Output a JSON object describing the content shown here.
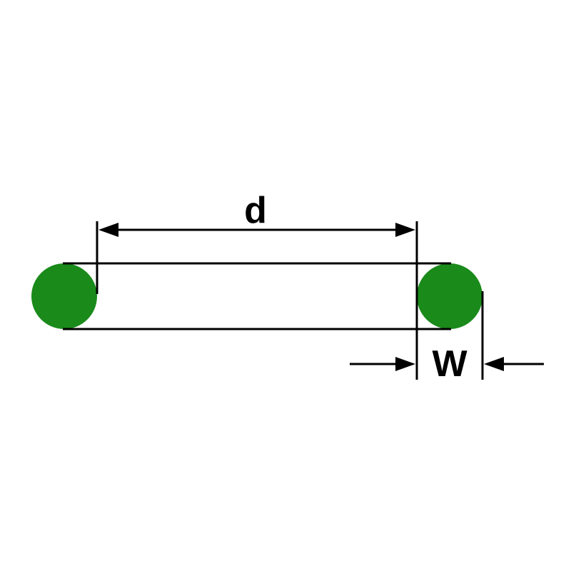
{
  "diagram": {
    "name": "o-ring-dimension-drawing",
    "labels": {
      "inner_diameter": "d",
      "cross_section_width": "W"
    },
    "colors": {
      "ring_fill": "#1a8a1a",
      "stroke": "#000000",
      "background": "#ffffff"
    }
  }
}
